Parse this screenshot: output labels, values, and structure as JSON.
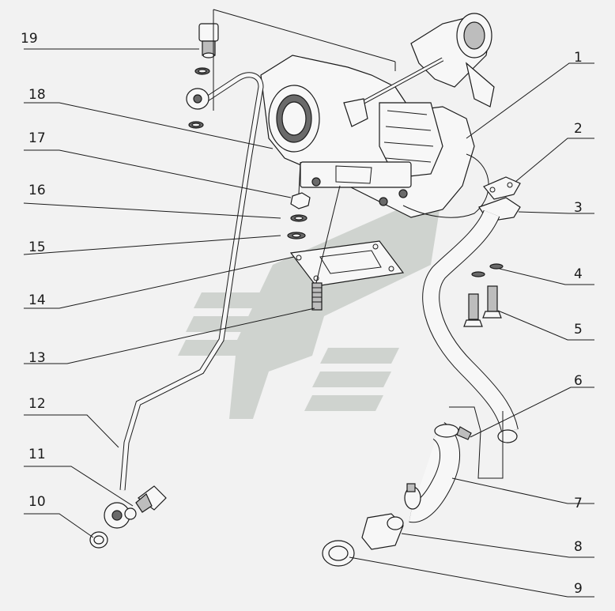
{
  "diagram": {
    "callouts": [
      {
        "id": "1",
        "text": "1"
      },
      {
        "id": "2",
        "text": "2"
      },
      {
        "id": "3",
        "text": "3"
      },
      {
        "id": "4",
        "text": "4"
      },
      {
        "id": "5",
        "text": "5"
      },
      {
        "id": "6",
        "text": "6"
      },
      {
        "id": "7",
        "text": "7"
      },
      {
        "id": "8",
        "text": "8"
      },
      {
        "id": "9",
        "text": "9"
      },
      {
        "id": "10",
        "text": "10"
      },
      {
        "id": "11",
        "text": "11"
      },
      {
        "id": "12",
        "text": "12"
      },
      {
        "id": "13",
        "text": "13"
      },
      {
        "id": "14",
        "text": "14"
      },
      {
        "id": "15",
        "text": "15"
      },
      {
        "id": "16",
        "text": "16"
      },
      {
        "id": "17",
        "text": "17"
      },
      {
        "id": "18",
        "text": "18"
      },
      {
        "id": "19",
        "text": "19"
      }
    ]
  },
  "colors": {
    "background": "#f2f2f2",
    "line": "#1a1a1a",
    "watermark": "#cfd3cf"
  }
}
